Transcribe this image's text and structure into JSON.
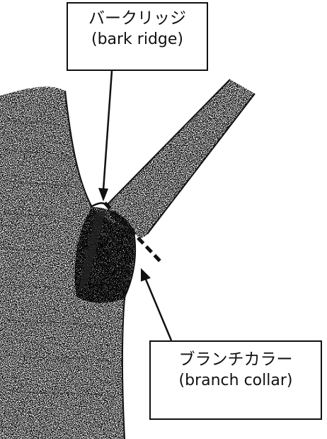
{
  "labels": {
    "bark_ridge": {
      "jp": "バークリッジ",
      "en": "(bark ridge)"
    },
    "branch_collar": {
      "jp": "ブランチカラー",
      "en": "(branch collar)"
    }
  },
  "colors": {
    "ink": "#111111",
    "background": "#ffffff"
  }
}
